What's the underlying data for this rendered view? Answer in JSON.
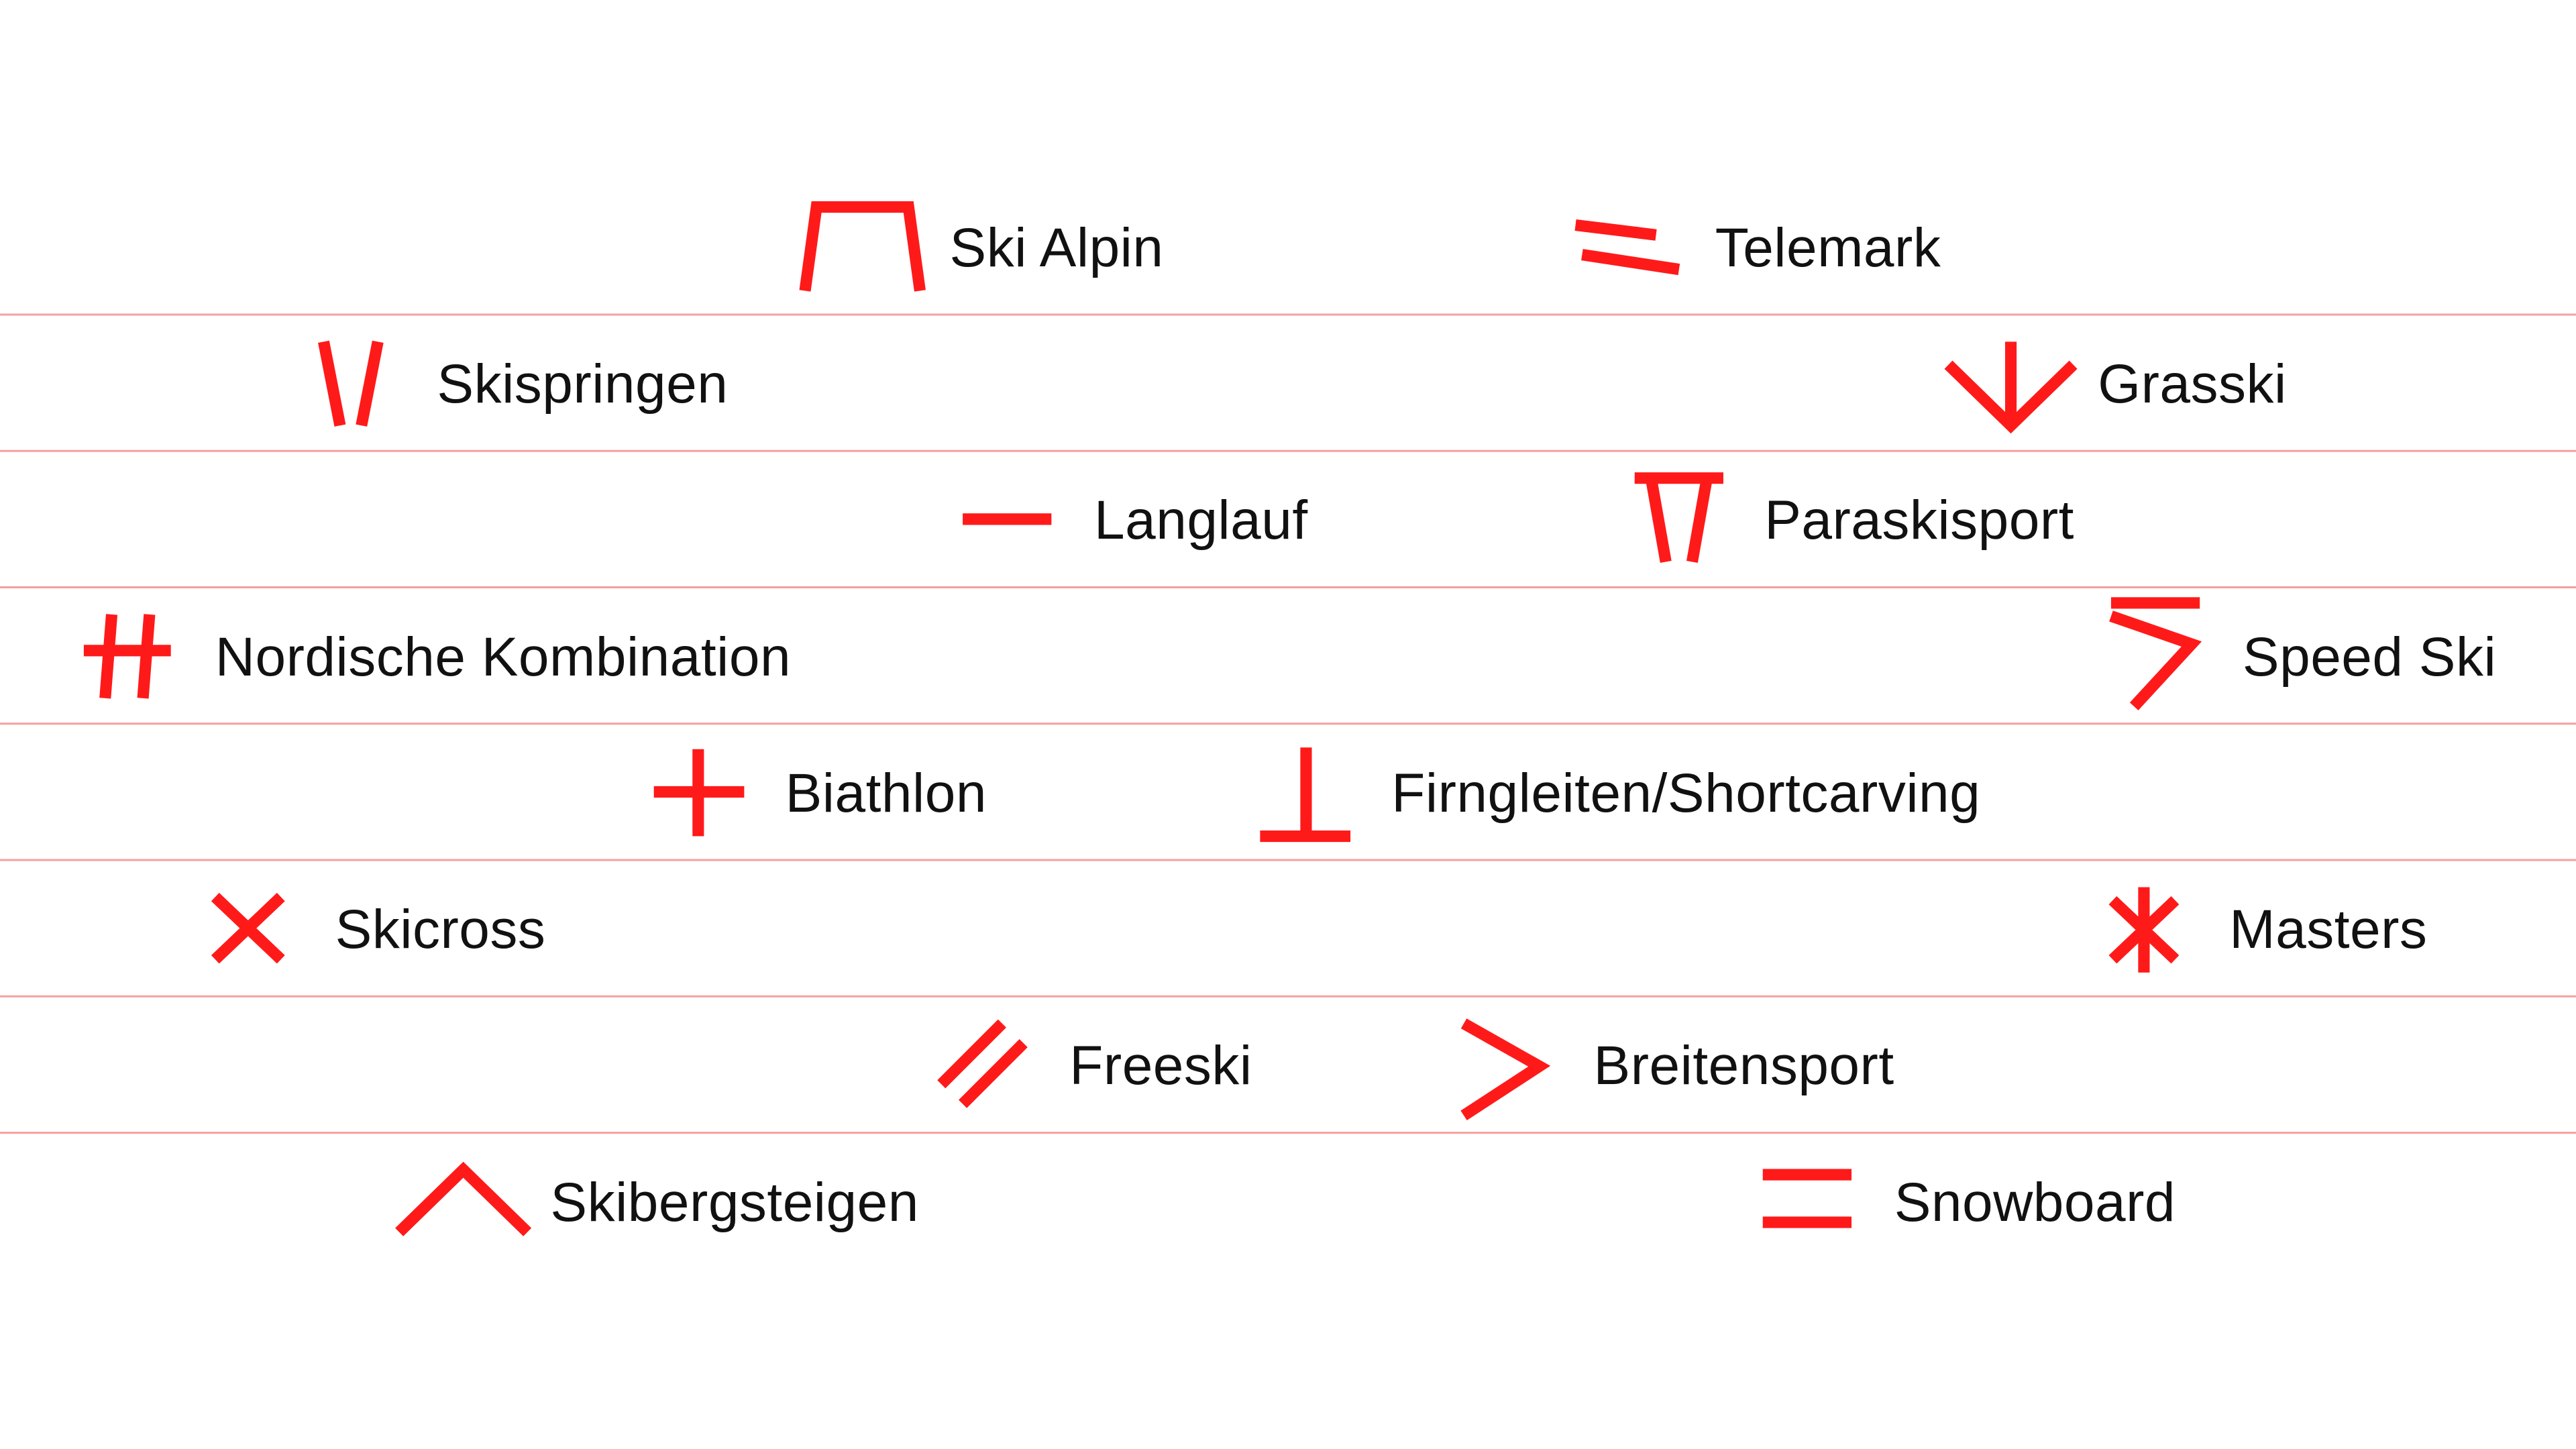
{
  "colors": {
    "accent": "#ff1a1a",
    "rule": "#f4a0a0",
    "text": "#111111",
    "background": "#ffffff"
  },
  "disciplines": [
    {
      "label": "Ski Alpin",
      "icon": "ski-alpin-icon"
    },
    {
      "label": "Telemark",
      "icon": "telemark-icon"
    },
    {
      "label": "Skispringen",
      "icon": "skispringen-icon"
    },
    {
      "label": "Grasski",
      "icon": "grasski-icon"
    },
    {
      "label": "Langlauf",
      "icon": "langlauf-icon"
    },
    {
      "label": "Paraskisport",
      "icon": "paraskisport-icon"
    },
    {
      "label": "Nordische Kombination",
      "icon": "nordische-kombination-icon"
    },
    {
      "label": "Speed Ski",
      "icon": "speed-ski-icon"
    },
    {
      "label": "Biathlon",
      "icon": "biathlon-icon"
    },
    {
      "label": "Firngleiten/Shortcarving",
      "icon": "firngleiten-shortcarving-icon"
    },
    {
      "label": "Skicross",
      "icon": "skicross-icon"
    },
    {
      "label": "Masters",
      "icon": "masters-icon"
    },
    {
      "label": "Freeski",
      "icon": "freeski-icon"
    },
    {
      "label": "Breitensport",
      "icon": "breitensport-icon"
    },
    {
      "label": "Skibergsteigen",
      "icon": "skibergsteigen-icon"
    },
    {
      "label": "Snowboard",
      "icon": "snowboard-icon"
    }
  ]
}
